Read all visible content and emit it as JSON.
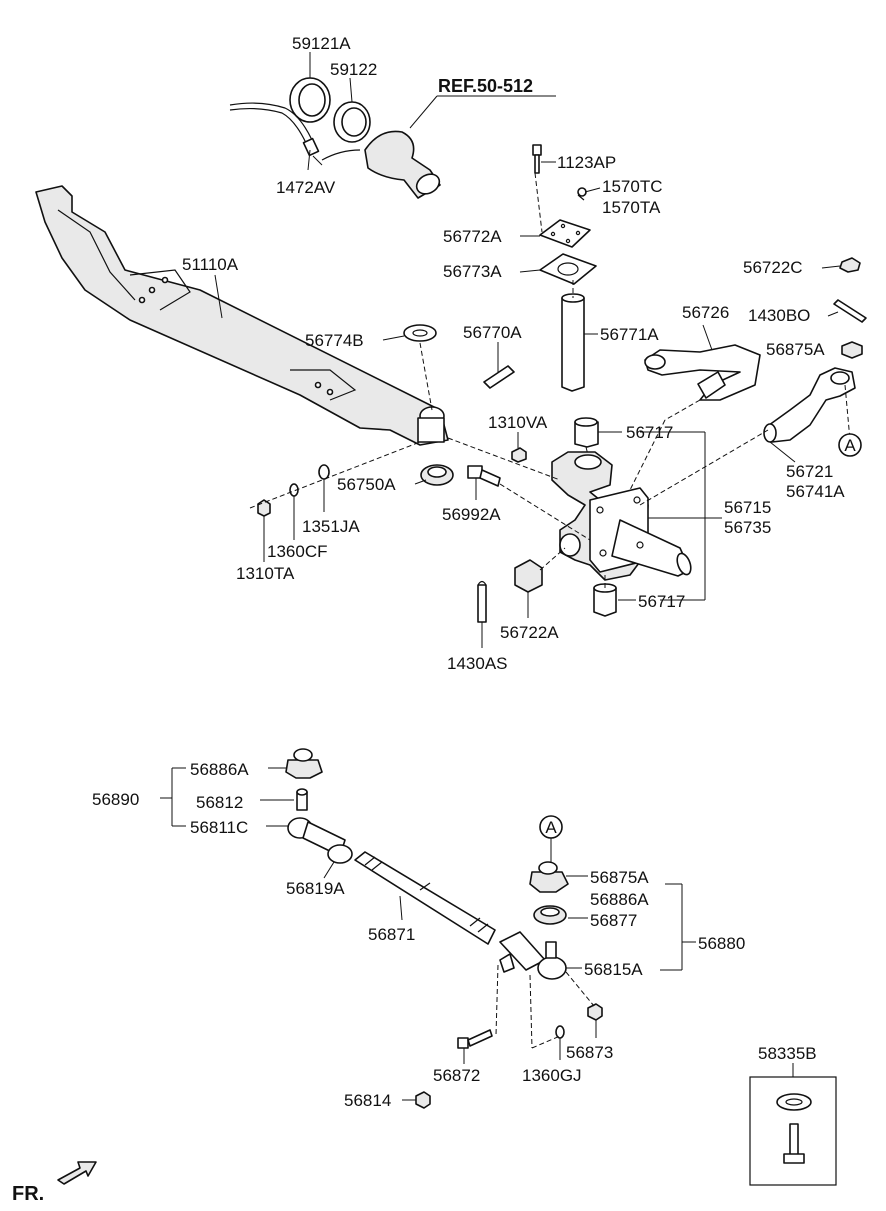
{
  "reference": "REF.50-512",
  "fr_label": "FR.",
  "callout_letter": "A",
  "labels": {
    "p59121A": "59121A",
    "p59122": "59122",
    "p1472AV": "1472AV",
    "p1123AP": "1123AP",
    "p1570TC": "1570TC",
    "p1570TA": "1570TA",
    "p56772A": "56772A",
    "p56773A": "56773A",
    "p56722C": "56722C",
    "p51110A": "51110A",
    "p56726": "56726",
    "p1430BO": "1430BO",
    "p56875A_top": "56875A",
    "p56774B": "56774B",
    "p56770A": "56770A",
    "p56771A": "56771A",
    "p1310VA": "1310VA",
    "p56717_top": "56717",
    "p56721": "56721",
    "p56741A": "56741A",
    "p56750A": "56750A",
    "p56992A": "56992A",
    "p56715": "56715",
    "p56735": "56735",
    "p1351JA": "1351JA",
    "p1360CF": "1360CF",
    "p1310TA": "1310TA",
    "p56717_bot": "56717",
    "p56722A": "56722A",
    "p1430AS": "1430AS",
    "p56890": "56890",
    "p56886A_left": "56886A",
    "p56812": "56812",
    "p56811C": "56811C",
    "p56819A": "56819A",
    "p56871": "56871",
    "p56875A_bot": "56875A",
    "p56886A_right": "56886A",
    "p56877": "56877",
    "p56880": "56880",
    "p56815A": "56815A",
    "p56873": "56873",
    "p56872": "56872",
    "p1360GJ": "1360GJ",
    "p56814": "56814",
    "p58335B": "58335B"
  }
}
